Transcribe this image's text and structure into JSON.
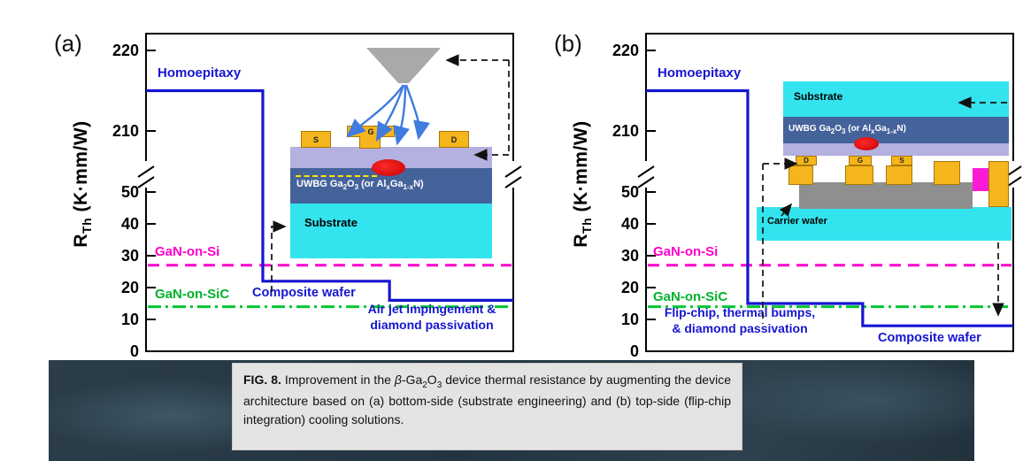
{
  "caption": {
    "label": "FIG. 8.",
    "t1": " Improvement in the ",
    "beta": "β",
    "t2": "-Ga",
    "s1": "2",
    "t3": "O",
    "s2": "3",
    "t4": " device thermal resistance by augmenting the device architecture based on (a) bottom-side (substrate engineering) and (b) top-side (flip-chip integration) cooling solutions."
  },
  "ylabel": {
    "r": "R",
    "sub": "Th",
    "units": " (K·mm/W)"
  },
  "uwbg": {
    "t1": "UWBG Ga",
    "s1": "2",
    "t2": "O",
    "s2": "3",
    "t3": " (or Al",
    "s3": "x",
    "t4": "Ga",
    "s4": "1-x",
    "t5": "N)"
  },
  "panel_a": {
    "label": "(a)",
    "homoepitaxy": "Homoepitaxy",
    "gan_on_si": "GaN-on-Si",
    "gan_on_sic": "GaN-on-SiC",
    "composite_wafer": "Composite wafer",
    "solution_line1": "Air jet impingement &",
    "solution_line2": "diamond passivation",
    "inset": {
      "substrate": "Substrate",
      "s": "S",
      "g": "G",
      "d": "D"
    }
  },
  "panel_b": {
    "label": "(b)",
    "homoepitaxy": "Homoepitaxy",
    "gan_on_si": "GaN-on-Si",
    "gan_on_sic": "GaN-on-SiC",
    "composite_wafer": "Composite wafer",
    "solution_line1": "Flip-chip, thermal bumps,",
    "solution_line2": "& diamond passivation",
    "inset": {
      "substrate": "Substrate",
      "carrier_wafer": "Carrier wafer",
      "d": "D",
      "g": "G",
      "s": "S"
    }
  },
  "colors": {
    "line_blue": "#1515d2",
    "gan_on_si_magenta": "#ff00cc",
    "gan_on_sic_green": "#00c832",
    "cyan_layer": "#33e4ee",
    "uwbg_layer_blue": "#45639b",
    "channel_lavender": "#b4b0e0",
    "contact_gold": "#f5b51d",
    "hotspot_red": "#e60000",
    "nozzle_gray": "#a9a9a9",
    "carrier_gray": "#8f8f8f",
    "via_magenta": "#fb1bd6"
  },
  "chart_data": [
    {
      "type": "line",
      "panel": "a",
      "title": "(a) bottom-side (substrate engineering) cooling",
      "ylabel": "R_Th (K·mm/W)",
      "ylim": [
        0,
        220
      ],
      "y_axis": {
        "top_ticks": [
          220,
          210
        ],
        "bottom_ticks": [
          50,
          40,
          30,
          20,
          10,
          0
        ],
        "break_between": [
          50,
          210
        ]
      },
      "series": [
        {
          "name": "device-architecture-steps",
          "color": "#1515d2",
          "steps": [
            {
              "x0": 0.0,
              "x1": 0.318,
              "y": 215,
              "label": "Homoepitaxy"
            },
            {
              "x0": 0.318,
              "x1": 0.663,
              "y": 22,
              "label": "Composite wafer"
            },
            {
              "x0": 0.663,
              "x1": 1.0,
              "y": 16,
              "label": "Air jet impingement & diamond passivation"
            }
          ]
        }
      ],
      "reference_lines": [
        {
          "name": "GaN-on-Si",
          "y": 27,
          "color": "#ff00cc",
          "dash": "dashed"
        },
        {
          "name": "GaN-on-SiC",
          "y": 14,
          "color": "#00c832",
          "dash": "dash-dot"
        }
      ]
    },
    {
      "type": "line",
      "panel": "b",
      "title": "(b) top-side (flip-chip integration) cooling",
      "ylabel": "R_Th (K·mm/W)",
      "ylim": [
        0,
        220
      ],
      "y_axis": {
        "top_ticks": [
          220,
          210
        ],
        "bottom_ticks": [
          50,
          40,
          30,
          20,
          10,
          0
        ],
        "break_between": [
          50,
          210
        ]
      },
      "series": [
        {
          "name": "device-architecture-steps",
          "color": "#1515d2",
          "steps": [
            {
              "x0": 0.0,
              "x1": 0.277,
              "y": 215,
              "label": "Homoepitaxy"
            },
            {
              "x0": 0.277,
              "x1": 0.59,
              "y": 15,
              "label": "Flip-chip, thermal bumps, & diamond passivation"
            },
            {
              "x0": 0.59,
              "x1": 1.0,
              "y": 8,
              "label": "Composite wafer"
            }
          ]
        }
      ],
      "reference_lines": [
        {
          "name": "GaN-on-Si",
          "y": 27,
          "color": "#ff00cc",
          "dash": "dashed"
        },
        {
          "name": "GaN-on-SiC",
          "y": 14,
          "color": "#00c832",
          "dash": "dash-dot"
        }
      ]
    }
  ]
}
